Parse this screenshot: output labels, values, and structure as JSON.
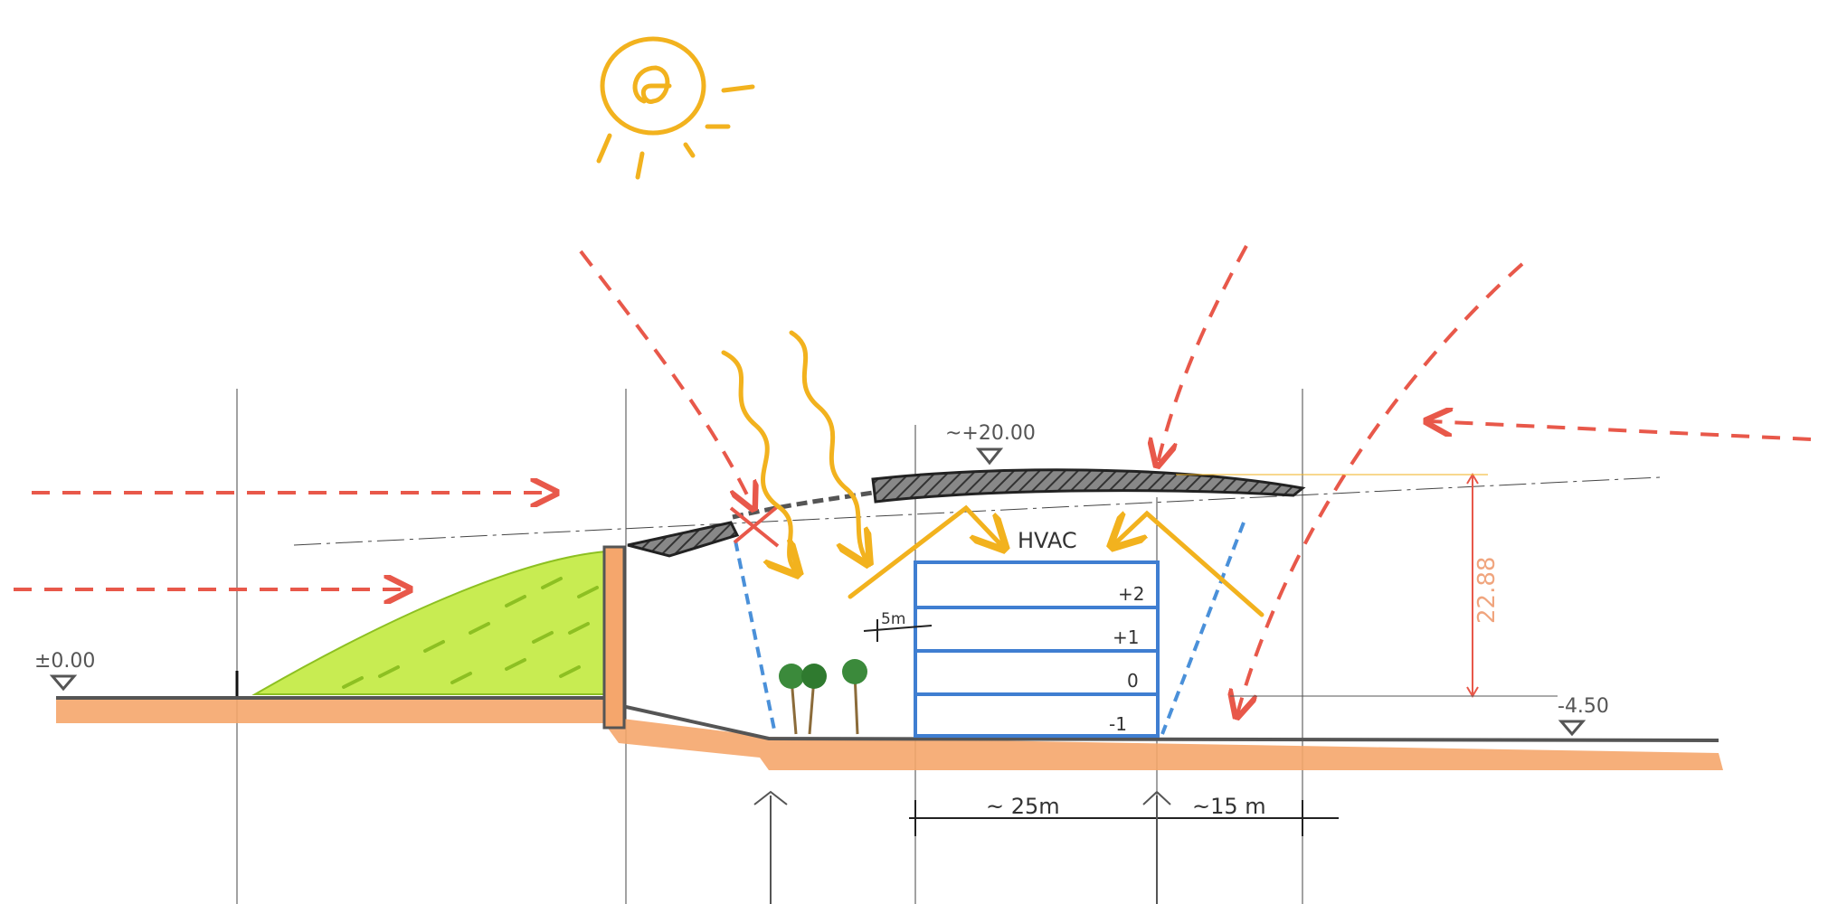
{
  "section": {
    "elevations": {
      "ground_left": "±0.00",
      "roof_top": "~+20.00",
      "sunken_floor": "-4.50"
    },
    "height_dimension": "22.88",
    "hvac_label": "HVAC",
    "gap_label": "5m",
    "floor_labels": [
      "+2",
      "+1",
      "0",
      "-1"
    ],
    "widths": {
      "building": "~ 25m",
      "side": "~15 m"
    }
  },
  "colors": {
    "wind": "#e8584a",
    "sun": "#f2b21e",
    "ground": "#f5a66c",
    "green": "#a6d928",
    "building": "#3f7ed1",
    "glass": "#4a90d9",
    "structure": "#555555"
  }
}
